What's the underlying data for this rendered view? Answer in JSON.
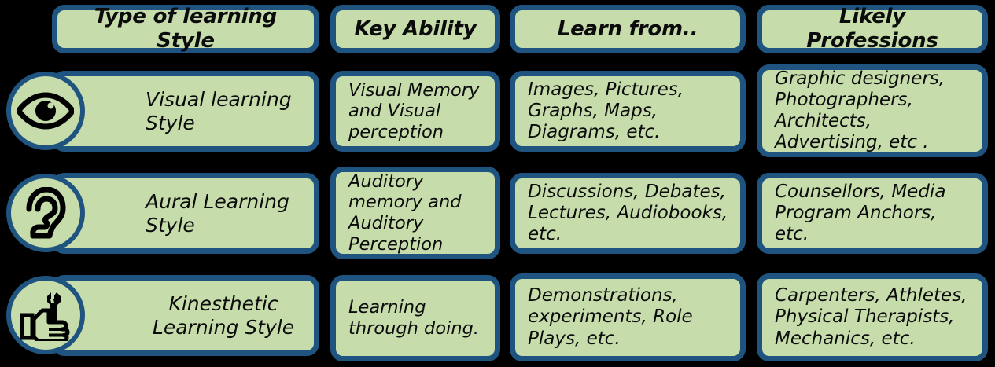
{
  "table": {
    "columns": [
      {
        "key": "style",
        "label": "Type of learning Style"
      },
      {
        "key": "ability",
        "label": "Key Ability"
      },
      {
        "key": "learn_from",
        "label": "Learn from.."
      },
      {
        "key": "professions",
        "label": "Likely Professions"
      }
    ],
    "rows": [
      {
        "icon": "eye-icon",
        "style": "Visual learning Style",
        "ability": "Visual Memory and Visual perception",
        "learn_from": "Images, Pictures, Graphs, Maps, Diagrams, etc.",
        "professions": "Graphic designers, Photographers, Architects, Advertising, etc ."
      },
      {
        "icon": "ear-icon",
        "style": "Aural Learning Style",
        "ability": "Auditory memory and Auditory Perception",
        "learn_from": "Discussions, Debates, Lectures, Audiobooks, etc.",
        "professions": "Counsellors, Media Program Anchors, etc."
      },
      {
        "icon": "hand-wrench-icon",
        "style": "Kinesthetic Learning Style",
        "ability": "Learning through doing.",
        "learn_from": "Demonstrations, experiments, Role Plays, etc.",
        "professions": "Carpenters, Athletes, Physical Therapists, Mechanics, etc."
      }
    ]
  },
  "colors": {
    "background": "#000000",
    "cell_fill": "#C6DCAB",
    "cell_border": "#1F5480",
    "text": "#0B0B0B",
    "icon": "#000000"
  }
}
